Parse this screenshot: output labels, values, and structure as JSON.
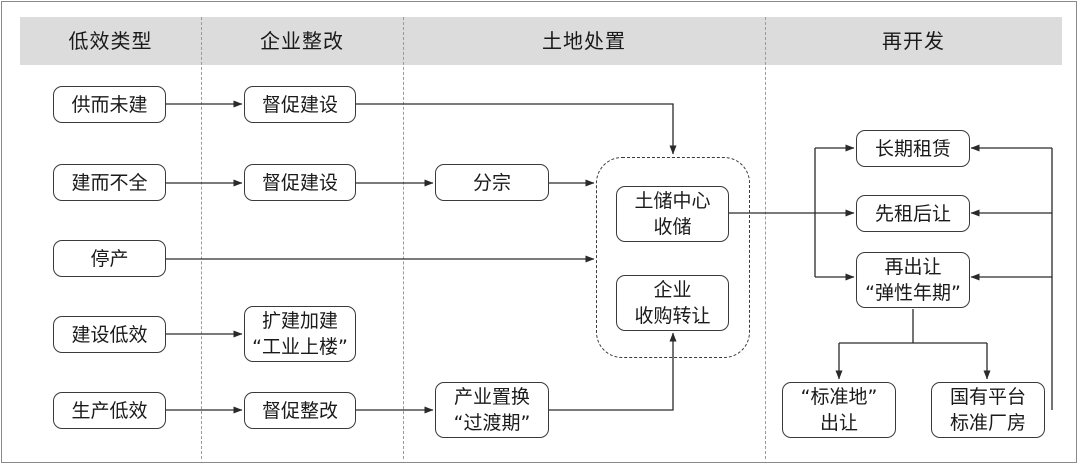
{
  "headers": [
    "低效类型",
    "企业整改",
    "土地处置",
    "再开发"
  ],
  "low_efficiency": [
    "供而未建",
    "建而不全",
    "停产",
    "建设低效",
    "生产低效"
  ],
  "rectification": {
    "supervise_1": "督促建设",
    "supervise_2": "督促建设",
    "expand": [
      "扩建加建",
      "“工业上楼”"
    ],
    "supervise_3": "督促整改"
  },
  "disposal": {
    "split": "分宗",
    "replace": [
      "产业置换",
      "“过渡期”"
    ],
    "land_reserve": [
      "土储中心",
      "收储"
    ],
    "enterprise_acquire": [
      "企业",
      "收购转让"
    ]
  },
  "redevelopment": {
    "long_lease": "长期租赁",
    "lease_then_transfer": "先租后让",
    "retransfer": [
      "再出让",
      "“弹性年期”"
    ],
    "standard_land": [
      "“标准地”",
      "出让"
    ],
    "state_platform": [
      "国有平台",
      "标准厂房"
    ]
  }
}
